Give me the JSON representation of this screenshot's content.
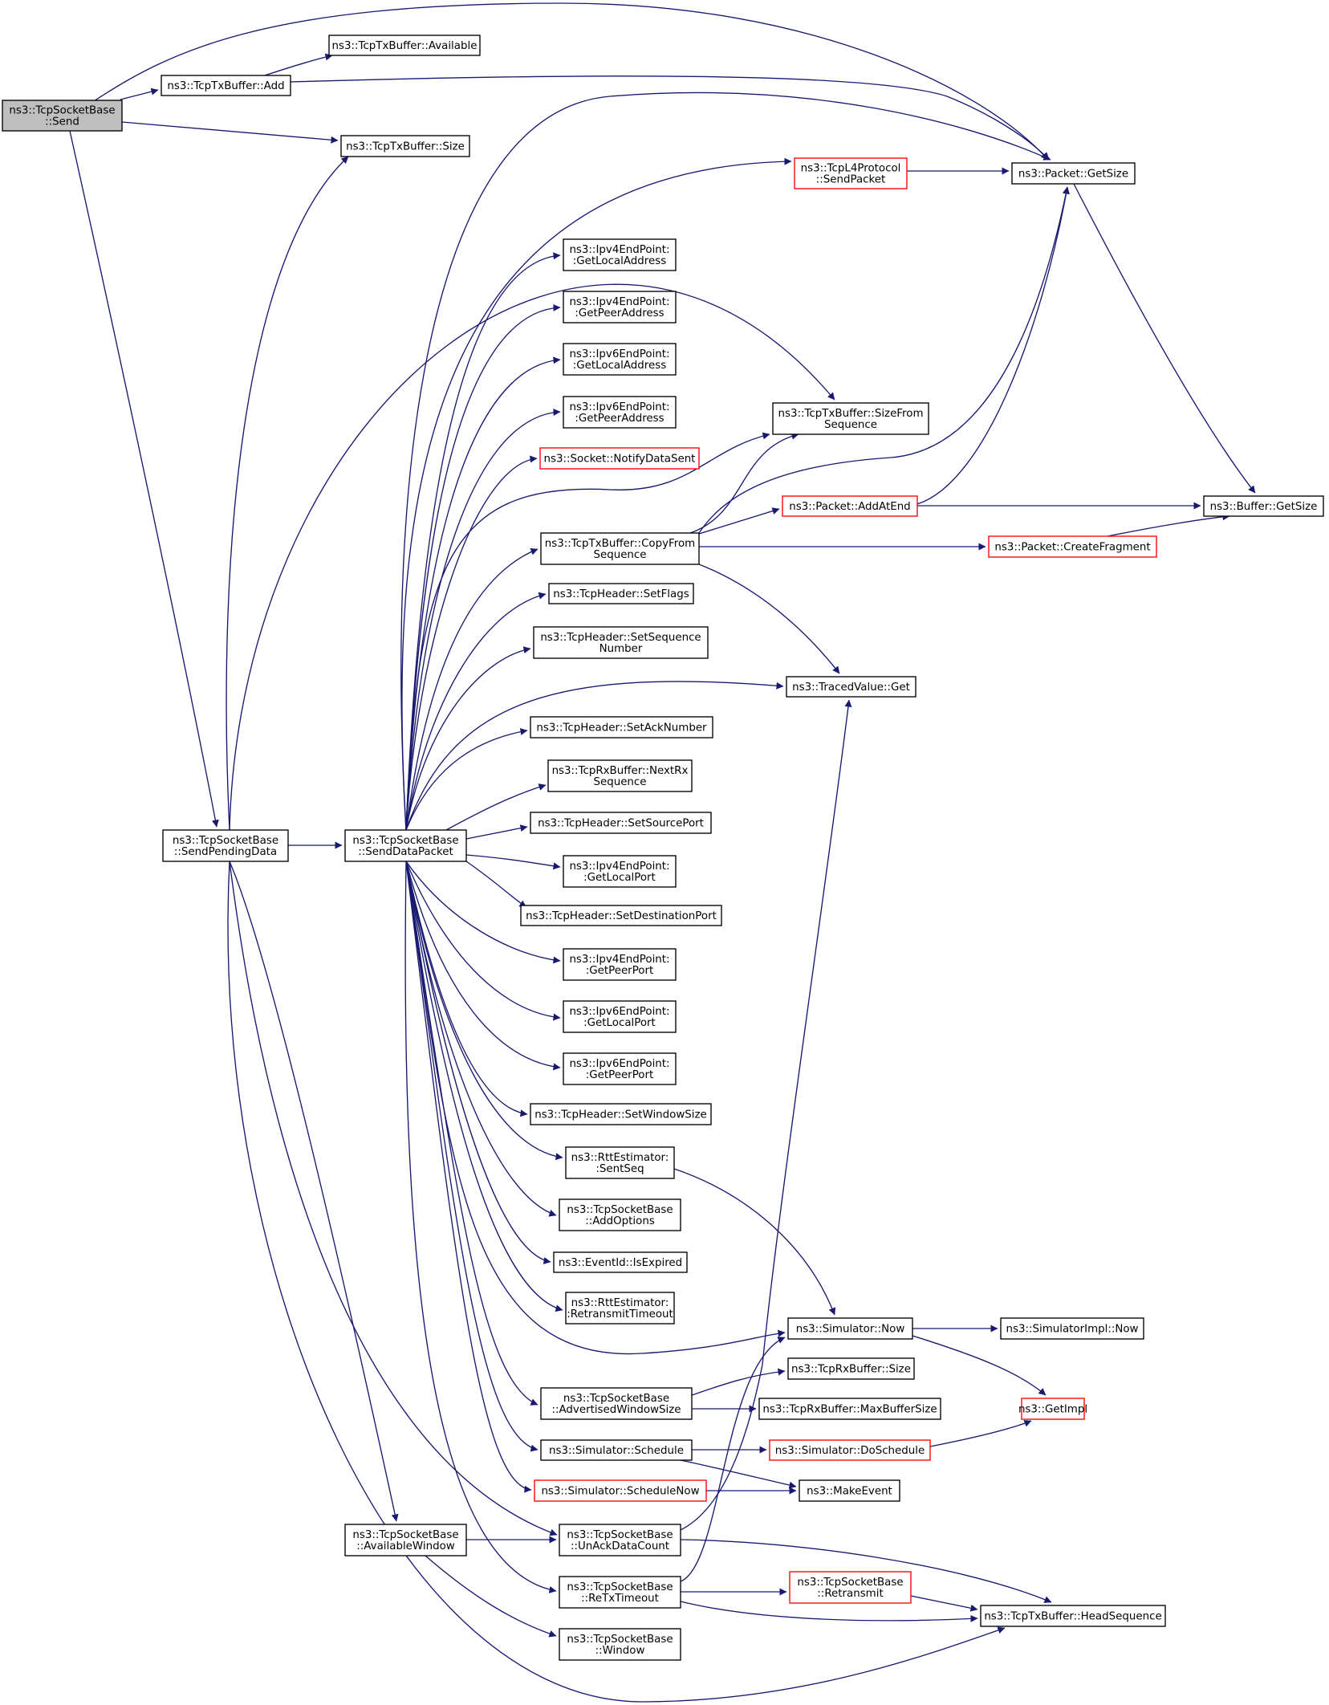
{
  "colors": {
    "edge": "#191970",
    "normal_border": "#000000",
    "truncated_border": "#ff0000",
    "root_fill": "#bfbfbf",
    "fill": "#ffffff"
  },
  "nodes": [
    {
      "id": "send",
      "lines": [
        "ns3::TcpSocketBase",
        "::Send"
      ],
      "style": "root"
    },
    {
      "id": "available",
      "lines": [
        "ns3::TcpTxBuffer::Available"
      ],
      "style": "normal"
    },
    {
      "id": "add",
      "lines": [
        "ns3::TcpTxBuffer::Add"
      ],
      "style": "normal"
    },
    {
      "id": "txsize",
      "lines": [
        "ns3::TcpTxBuffer::Size"
      ],
      "style": "normal"
    },
    {
      "id": "sendpacket",
      "lines": [
        "ns3::TcpL4Protocol",
        "::SendPacket"
      ],
      "style": "truncated"
    },
    {
      "id": "getsize",
      "lines": [
        "ns3::Packet::GetSize"
      ],
      "style": "normal"
    },
    {
      "id": "ipv4local",
      "lines": [
        "ns3::Ipv4EndPoint:",
        ":GetLocalAddress"
      ],
      "style": "normal"
    },
    {
      "id": "ipv4peer",
      "lines": [
        "ns3::Ipv4EndPoint:",
        ":GetPeerAddress"
      ],
      "style": "normal"
    },
    {
      "id": "ipv6local",
      "lines": [
        "ns3::Ipv6EndPoint:",
        ":GetLocalAddress"
      ],
      "style": "normal"
    },
    {
      "id": "ipv6peer",
      "lines": [
        "ns3::Ipv6EndPoint:",
        ":GetPeerAddress"
      ],
      "style": "normal"
    },
    {
      "id": "sizefrom",
      "lines": [
        "ns3::TcpTxBuffer::SizeFrom",
        "Sequence"
      ],
      "style": "normal"
    },
    {
      "id": "notify",
      "lines": [
        "ns3::Socket::NotifyDataSent"
      ],
      "style": "truncated"
    },
    {
      "id": "addatend",
      "lines": [
        "ns3::Packet::AddAtEnd"
      ],
      "style": "truncated"
    },
    {
      "id": "buffergetsize",
      "lines": [
        "ns3::Buffer::GetSize"
      ],
      "style": "normal"
    },
    {
      "id": "copyfrom",
      "lines": [
        "ns3::TcpTxBuffer::CopyFrom",
        "Sequence"
      ],
      "style": "normal"
    },
    {
      "id": "createfrag",
      "lines": [
        "ns3::Packet::CreateFragment"
      ],
      "style": "truncated"
    },
    {
      "id": "setflags",
      "lines": [
        "ns3::TcpHeader::SetFlags"
      ],
      "style": "normal"
    },
    {
      "id": "setseq",
      "lines": [
        "ns3::TcpHeader::SetSequence",
        "Number"
      ],
      "style": "normal"
    },
    {
      "id": "tracedget",
      "lines": [
        "ns3::TracedValue::Get"
      ],
      "style": "normal"
    },
    {
      "id": "setack",
      "lines": [
        "ns3::TcpHeader::SetAckNumber"
      ],
      "style": "normal"
    },
    {
      "id": "nextrx",
      "lines": [
        "ns3::TcpRxBuffer::NextRx",
        "Sequence"
      ],
      "style": "normal"
    },
    {
      "id": "sendpending",
      "lines": [
        "ns3::TcpSocketBase",
        "::SendPendingData"
      ],
      "style": "normal"
    },
    {
      "id": "senddata",
      "lines": [
        "ns3::TcpSocketBase",
        "::SendDataPacket"
      ],
      "style": "normal"
    },
    {
      "id": "setsrcport",
      "lines": [
        "ns3::TcpHeader::SetSourcePort"
      ],
      "style": "normal"
    },
    {
      "id": "ipv4lport",
      "lines": [
        "ns3::Ipv4EndPoint:",
        ":GetLocalPort"
      ],
      "style": "normal"
    },
    {
      "id": "setdstport",
      "lines": [
        "ns3::TcpHeader::SetDestinationPort"
      ],
      "style": "normal"
    },
    {
      "id": "ipv4pport",
      "lines": [
        "ns3::Ipv4EndPoint:",
        ":GetPeerPort"
      ],
      "style": "normal"
    },
    {
      "id": "ipv6lport",
      "lines": [
        "ns3::Ipv6EndPoint:",
        ":GetLocalPort"
      ],
      "style": "normal"
    },
    {
      "id": "ipv6pport",
      "lines": [
        "ns3::Ipv6EndPoint:",
        ":GetPeerPort"
      ],
      "style": "normal"
    },
    {
      "id": "setwin",
      "lines": [
        "ns3::TcpHeader::SetWindowSize"
      ],
      "style": "normal"
    },
    {
      "id": "sentseq",
      "lines": [
        "ns3::RttEstimator:",
        ":SentSeq"
      ],
      "style": "normal"
    },
    {
      "id": "addopts",
      "lines": [
        "ns3::TcpSocketBase",
        "::AddOptions"
      ],
      "style": "normal"
    },
    {
      "id": "isexpired",
      "lines": [
        "ns3::EventId::IsExpired"
      ],
      "style": "normal"
    },
    {
      "id": "rtttimeout",
      "lines": [
        "ns3::RttEstimator:",
        ":RetransmitTimeout"
      ],
      "style": "normal"
    },
    {
      "id": "simnow",
      "lines": [
        "ns3::Simulator::Now"
      ],
      "style": "normal"
    },
    {
      "id": "implnow",
      "lines": [
        "ns3::SimulatorImpl::Now"
      ],
      "style": "normal"
    },
    {
      "id": "rxsize",
      "lines": [
        "ns3::TcpRxBuffer::Size"
      ],
      "style": "normal"
    },
    {
      "id": "advwin",
      "lines": [
        "ns3::TcpSocketBase",
        "::AdvertisedWindowSize"
      ],
      "style": "normal"
    },
    {
      "id": "maxbuf",
      "lines": [
        "ns3::TcpRxBuffer::MaxBufferSize"
      ],
      "style": "normal"
    },
    {
      "id": "getimpl",
      "lines": [
        "ns3::GetImpl"
      ],
      "style": "truncated"
    },
    {
      "id": "schedule",
      "lines": [
        "ns3::Simulator::Schedule"
      ],
      "style": "normal"
    },
    {
      "id": "doschedule",
      "lines": [
        "ns3::Simulator::DoSchedule"
      ],
      "style": "truncated"
    },
    {
      "id": "schednow",
      "lines": [
        "ns3::Simulator::ScheduleNow"
      ],
      "style": "truncated"
    },
    {
      "id": "makeevent",
      "lines": [
        "ns3::MakeEvent"
      ],
      "style": "normal"
    },
    {
      "id": "availwin",
      "lines": [
        "ns3::TcpSocketBase",
        "::AvailableWindow"
      ],
      "style": "normal"
    },
    {
      "id": "unack",
      "lines": [
        "ns3::TcpSocketBase",
        "::UnAckDataCount"
      ],
      "style": "normal"
    },
    {
      "id": "retxtimeout",
      "lines": [
        "ns3::TcpSocketBase",
        "::ReTxTimeout"
      ],
      "style": "normal"
    },
    {
      "id": "retransmit",
      "lines": [
        "ns3::TcpSocketBase",
        "::Retransmit"
      ],
      "style": "truncated"
    },
    {
      "id": "headseq",
      "lines": [
        "ns3::TcpTxBuffer::HeadSequence"
      ],
      "style": "normal"
    },
    {
      "id": "window",
      "lines": [
        "ns3::TcpSocketBase",
        "::Window"
      ],
      "style": "normal"
    }
  ],
  "edges": [
    [
      "send",
      "getsize"
    ],
    [
      "send",
      "add"
    ],
    [
      "send",
      "txsize"
    ],
    [
      "send",
      "sendpending"
    ],
    [
      "add",
      "available"
    ],
    [
      "add",
      "getsize"
    ],
    [
      "sendpacket",
      "getsize"
    ],
    [
      "getsize",
      "buffergetsize"
    ],
    [
      "copyfrom",
      "sizefrom"
    ],
    [
      "copyfrom",
      "addatend"
    ],
    [
      "copyfrom",
      "getsize"
    ],
    [
      "copyfrom",
      "createfrag"
    ],
    [
      "copyfrom",
      "tracedget"
    ],
    [
      "addatend",
      "getsize"
    ],
    [
      "addatend",
      "buffergetsize"
    ],
    [
      "createfrag",
      "buffergetsize"
    ],
    [
      "sendpending",
      "senddata"
    ],
    [
      "sendpending",
      "txsize"
    ],
    [
      "sendpending",
      "sizefrom"
    ],
    [
      "sendpending",
      "availwin"
    ],
    [
      "sendpending",
      "unack"
    ],
    [
      "sendpending",
      "headseq"
    ],
    [
      "senddata",
      "getsize"
    ],
    [
      "senddata",
      "sendpacket"
    ],
    [
      "senddata",
      "ipv4local"
    ],
    [
      "senddata",
      "ipv4peer"
    ],
    [
      "senddata",
      "ipv6local"
    ],
    [
      "senddata",
      "ipv6peer"
    ],
    [
      "senddata",
      "notify"
    ],
    [
      "senddata",
      "copyfrom"
    ],
    [
      "senddata",
      "sizefrom"
    ],
    [
      "senddata",
      "setflags"
    ],
    [
      "senddata",
      "setseq"
    ],
    [
      "senddata",
      "tracedget"
    ],
    [
      "senddata",
      "setack"
    ],
    [
      "senddata",
      "nextrx"
    ],
    [
      "senddata",
      "setsrcport"
    ],
    [
      "senddata",
      "ipv4lport"
    ],
    [
      "senddata",
      "setdstport"
    ],
    [
      "senddata",
      "ipv4pport"
    ],
    [
      "senddata",
      "ipv6lport"
    ],
    [
      "senddata",
      "ipv6pport"
    ],
    [
      "senddata",
      "setwin"
    ],
    [
      "senddata",
      "sentseq"
    ],
    [
      "senddata",
      "addopts"
    ],
    [
      "senddata",
      "isexpired"
    ],
    [
      "senddata",
      "rtttimeout"
    ],
    [
      "senddata",
      "simnow"
    ],
    [
      "senddata",
      "advwin"
    ],
    [
      "senddata",
      "schedule"
    ],
    [
      "senddata",
      "schednow"
    ],
    [
      "senddata",
      "retxtimeout"
    ],
    [
      "sentseq",
      "simnow"
    ],
    [
      "simnow",
      "implnow"
    ],
    [
      "simnow",
      "getimpl"
    ],
    [
      "advwin",
      "rxsize"
    ],
    [
      "advwin",
      "maxbuf"
    ],
    [
      "schedule",
      "doschedule"
    ],
    [
      "schedule",
      "makeevent"
    ],
    [
      "doschedule",
      "getimpl"
    ],
    [
      "schednow",
      "makeevent"
    ],
    [
      "availwin",
      "unack"
    ],
    [
      "availwin",
      "window"
    ],
    [
      "unack",
      "tracedget"
    ],
    [
      "unack",
      "headseq"
    ],
    [
      "retxtimeout",
      "simnow"
    ],
    [
      "retxtimeout",
      "retransmit"
    ],
    [
      "retxtimeout",
      "headseq"
    ],
    [
      "retransmit",
      "headseq"
    ]
  ]
}
